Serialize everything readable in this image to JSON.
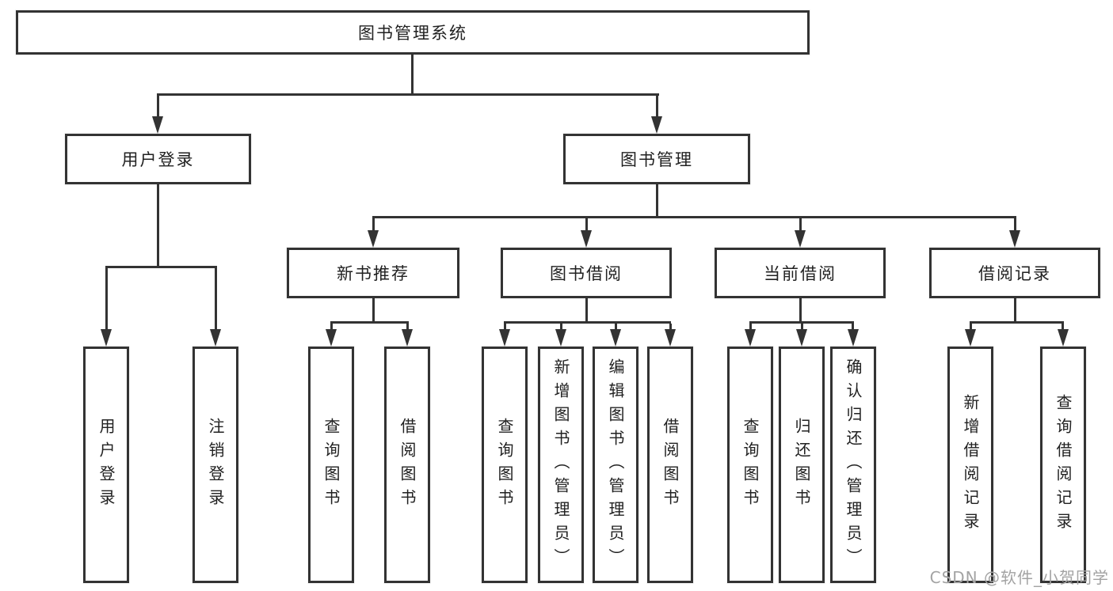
{
  "diagram": {
    "type": "hierarchy-diagram",
    "watermark": "CSDN @软件_小贺同学",
    "colors": {
      "line": "#333333",
      "text": "#212121",
      "box_background": "#ffffff",
      "watermark": "#a3a3a3",
      "background": "#ffffff"
    },
    "root": {
      "label": "图书管理系统"
    },
    "branches": [
      {
        "label": "用户登录",
        "children": [
          {
            "label": "用户登录"
          },
          {
            "label": "注销登录"
          }
        ]
      },
      {
        "label": "图书管理",
        "sections": [
          {
            "label": "新书推荐",
            "children": [
              {
                "label": "查询图书"
              },
              {
                "label": "借阅图书"
              }
            ]
          },
          {
            "label": "图书借阅",
            "children": [
              {
                "label": "查询图书"
              },
              {
                "label": "新增图书（管理员）"
              },
              {
                "label": "编辑图书（管理员）"
              },
              {
                "label": "借阅图书"
              }
            ]
          },
          {
            "label": "当前借阅",
            "children": [
              {
                "label": "查询图书"
              },
              {
                "label": "归还图书"
              },
              {
                "label": "确认归还（管理员）"
              }
            ]
          },
          {
            "label": "借阅记录",
            "children": [
              {
                "label": "新增借阅记录"
              },
              {
                "label": "查询借阅记录"
              }
            ]
          }
        ]
      }
    ]
  }
}
